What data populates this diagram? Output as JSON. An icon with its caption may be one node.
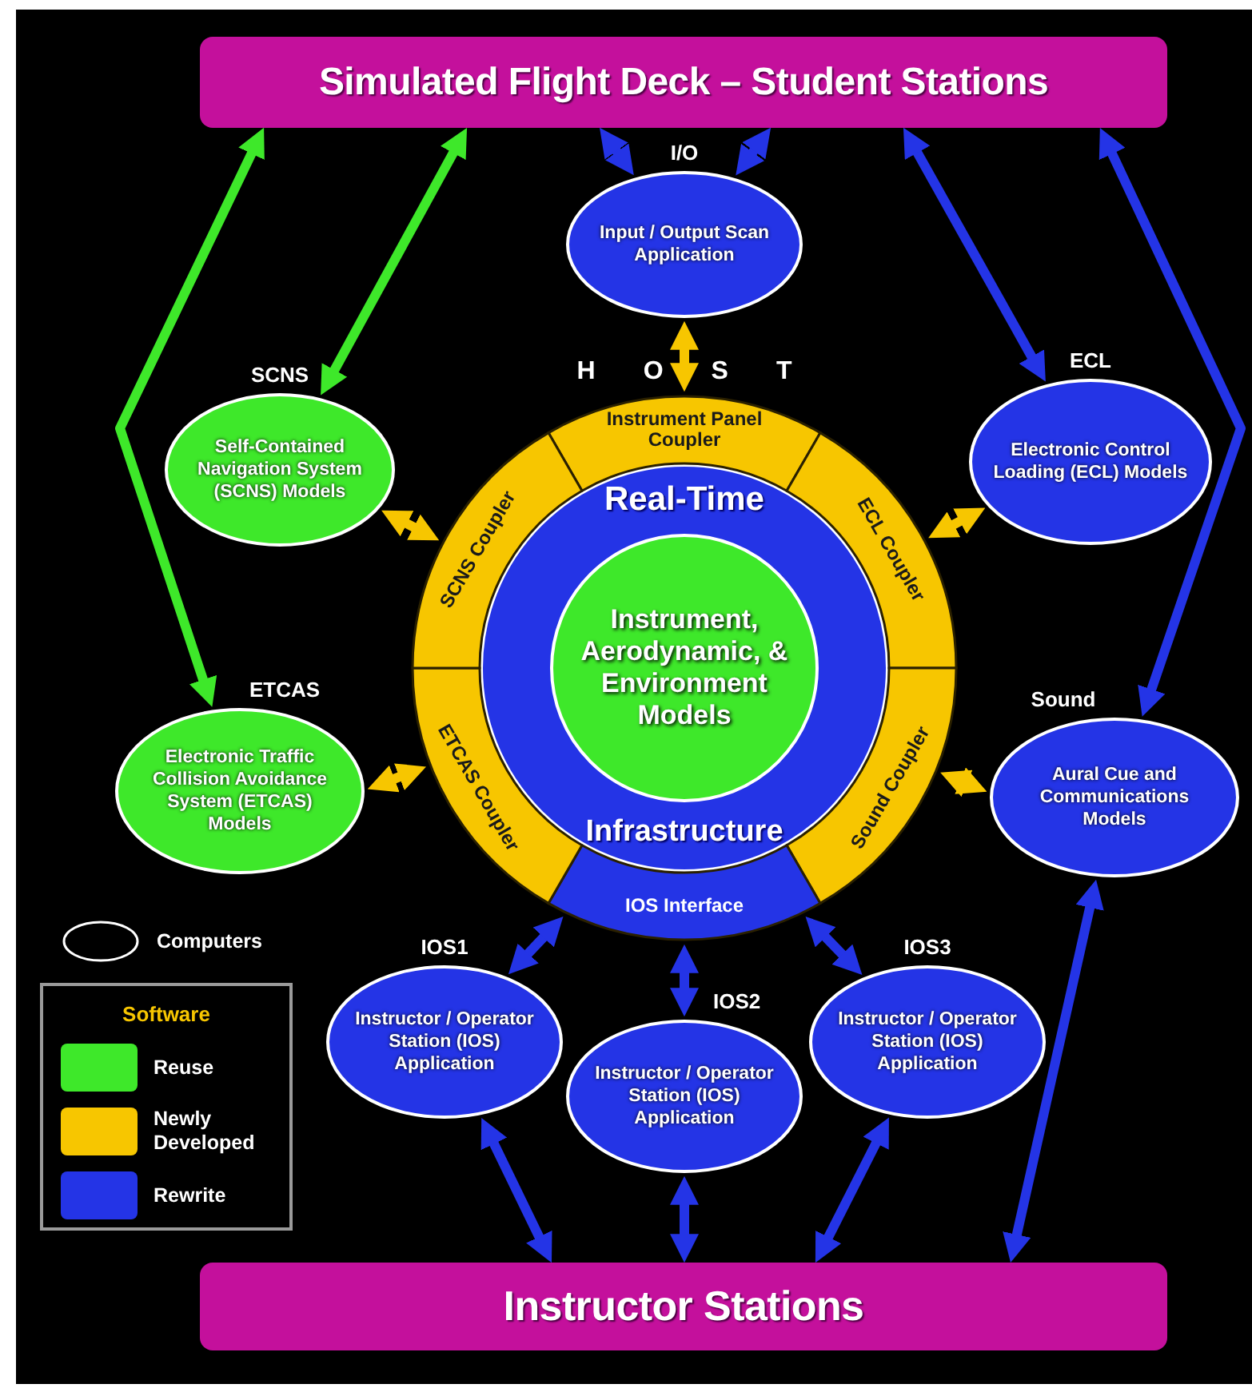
{
  "diagram": {
    "nodes": [
      {
        "text": [
          "Simulated Flight Deck – Student Stations"
        ]
      },
      {
        "text": [
          "I/O",
          "Input / Output Scan Application"
        ]
      },
      {
        "text": [
          "HOST"
        ]
      },
      {
        "text": [
          "Instrument Panel Coupler"
        ],
        "in": 2
      },
      {
        "text": [
          "ECL Coupler"
        ],
        "in": 2
      },
      {
        "text": [
          "Sound Coupler"
        ],
        "in": 2
      },
      {
        "text": [
          "IOS Interface"
        ],
        "in": 2
      },
      {
        "text": [
          "ETCAS Coupler"
        ],
        "in": 2
      },
      {
        "text": [
          "SCNS Coupler"
        ],
        "in": 2
      },
      {
        "text": [
          "Real-Time",
          "Infrastructure"
        ],
        "in": 2
      },
      {
        "text": [
          "Instrument, Aerodynamic, & Environment Models"
        ],
        "in": 9
      },
      {
        "text": [
          "SCNS",
          "Self-Contained Navigation System (SCNS) Models"
        ]
      },
      {
        "text": [
          "ECL",
          "Electronic Control Loading (ECL) Models"
        ]
      },
      {
        "text": [
          "ETCAS",
          "Electronic Traffic Collision Avoidance System (ETCAS) Models"
        ]
      },
      {
        "text": [
          "Sound",
          "Aural Cue and Communications Models"
        ]
      },
      {
        "text": [
          "IOS1",
          "Instructor / Operator Station (IOS) Application"
        ]
      },
      {
        "text": [
          "IOS2",
          "Instructor / Operator Station (IOS) Application"
        ]
      },
      {
        "text": [
          "IOS3",
          "Instructor / Operator Station (IOS) Application"
        ]
      },
      {
        "text": [
          "Instructor Stations"
        ]
      }
    ],
    "edges": [
      {
        "from": 0,
        "to": 13,
        "arrow": "both",
        "color": "#3ee82a"
      },
      {
        "from": 0,
        "to": 11,
        "arrow": "both",
        "color": "#3ee82a"
      },
      {
        "from": 0,
        "to": 1,
        "arrow": "both"
      },
      {
        "from": 0,
        "to": 1,
        "arrow": "both"
      },
      {
        "from": 1,
        "to": 3,
        "arrow": "both",
        "color": "#f7c600"
      },
      {
        "from": 0,
        "to": 12,
        "arrow": "both"
      },
      {
        "from": 0,
        "to": 14,
        "arrow": "both"
      },
      {
        "from": 11,
        "to": 8,
        "arrow": "both",
        "color": "#f7c600"
      },
      {
        "from": 12,
        "to": 4,
        "arrow": "both",
        "color": "#f7c600"
      },
      {
        "from": 13,
        "to": 7,
        "arrow": "both",
        "color": "#f7c600"
      },
      {
        "from": 14,
        "to": 5,
        "arrow": "both",
        "color": "#f7c600"
      },
      {
        "from": 6,
        "to": 15,
        "arrow": "both"
      },
      {
        "from": 6,
        "to": 16,
        "arrow": "both"
      },
      {
        "from": 6,
        "to": 17,
        "arrow": "both"
      },
      {
        "from": 15,
        "to": 18,
        "arrow": "both"
      },
      {
        "from": 16,
        "to": 18,
        "arrow": "both"
      },
      {
        "from": 17,
        "to": 18,
        "arrow": "both"
      },
      {
        "from": 14,
        "to": 18,
        "arrow": "both"
      }
    ],
    "labels": [
      "Software"
    ],
    "legend": [
      {
        "text": "Computers"
      },
      {
        "text": "Reuse",
        "color": "#3ee82a"
      },
      {
        "text": "Newly Developed",
        "color": "#f7c600"
      },
      {
        "text": "Rewrite",
        "color": "#2434e6"
      }
    ]
  }
}
